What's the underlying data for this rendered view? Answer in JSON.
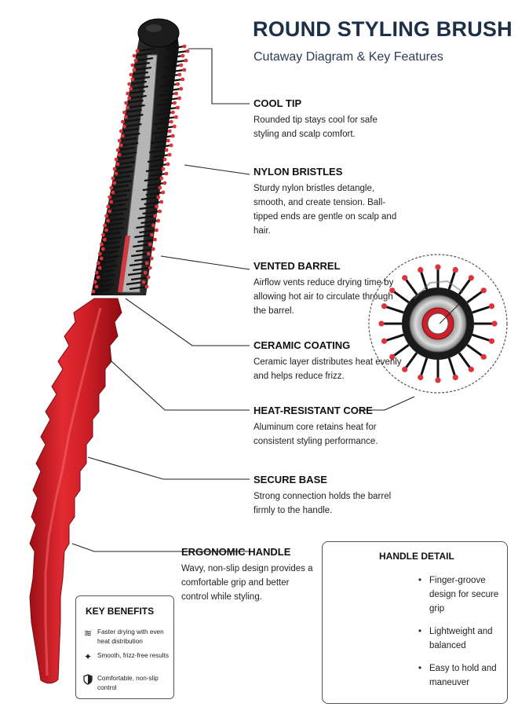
{
  "header": {
    "title": "ROUND STYLING BRUSH",
    "subtitle": "Cutaway Diagram & Key Features"
  },
  "features": [
    {
      "heading": "COOL TIP",
      "description": "Rounded tip stays cool for safe styling and scalp comfort."
    },
    {
      "heading": "NYLON BRISTLES",
      "description": "Sturdy nylon bristles detangle, smooth, and create tension. Ball-tipped ends are gentle on scalp and hair."
    },
    {
      "heading": "VENTED BARREL",
      "description": "Airflow vents reduce drying time by allowing hot air to circulate through the barrel."
    },
    {
      "heading": "CERAMIC COATING",
      "description": "Ceramic layer distributes heat evenly and helps reduce frizz."
    },
    {
      "heading": "HEAT-RESISTANT CORE",
      "description": "Aluminum core retains heat for consistent styling performance."
    },
    {
      "heading": "SECURE BASE",
      "description": "Strong connection holds the barrel firmly to the handle."
    },
    {
      "heading": "ERGONOMIC HANDLE",
      "description": "Wavy, non-slip design provides a comfortable grip and better control while styling."
    }
  ],
  "key_benefits": {
    "title": "KEY BENEFITS",
    "items": [
      {
        "icon": "heat-waves-icon",
        "text": "Faster drying with even heat distribution"
      },
      {
        "icon": "sparkle-icon",
        "text": "Smooth, frizz-free results"
      },
      {
        "icon": "shield-icon",
        "text": "Comfortable, non-slip control"
      }
    ]
  },
  "handle_detail": {
    "title": "HANDLE DETAIL",
    "items": [
      "Finger-groove design for secure grip",
      "Lightweight and balanced",
      "Easy to hold and maneuver"
    ]
  },
  "colors": {
    "handle_red": "#d32028",
    "barrel_black": "#1a1a1a",
    "bristle_tip_red": "#e0323a",
    "title_navy": "#1e2f48",
    "ceramic_gray": "#c9c9c9"
  }
}
